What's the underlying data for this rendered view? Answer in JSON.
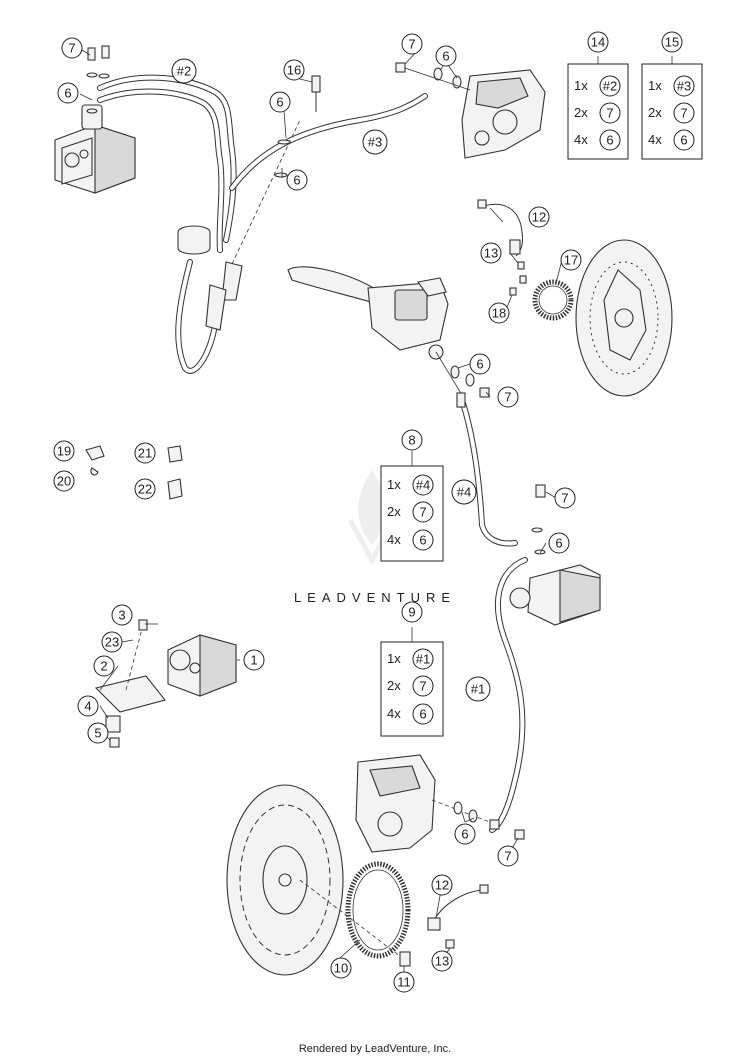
{
  "watermark": "LEADVENTURE",
  "footer": "Rendered by LeadVenture, Inc.",
  "callouts": [
    {
      "id": "c7a",
      "label": "7"
    },
    {
      "id": "c6a",
      "label": "6"
    },
    {
      "id": "c2h",
      "label": "#2"
    },
    {
      "id": "c16",
      "label": "16"
    },
    {
      "id": "c6b",
      "label": "6"
    },
    {
      "id": "c6c",
      "label": "6"
    },
    {
      "id": "c7b",
      "label": "7"
    },
    {
      "id": "c6d",
      "label": "6"
    },
    {
      "id": "c3h",
      "label": "#3"
    },
    {
      "id": "c12a",
      "label": "12"
    },
    {
      "id": "c13a",
      "label": "13"
    },
    {
      "id": "c17",
      "label": "17"
    },
    {
      "id": "c18",
      "label": "18"
    },
    {
      "id": "c6e",
      "label": "6"
    },
    {
      "id": "c7c",
      "label": "7"
    },
    {
      "id": "c19",
      "label": "19"
    },
    {
      "id": "c20",
      "label": "20"
    },
    {
      "id": "c21",
      "label": "21"
    },
    {
      "id": "c22",
      "label": "22"
    },
    {
      "id": "c4h",
      "label": "#4"
    },
    {
      "id": "c7d",
      "label": "7"
    },
    {
      "id": "c6f",
      "label": "6"
    },
    {
      "id": "c3",
      "label": "3"
    },
    {
      "id": "c23",
      "label": "23"
    },
    {
      "id": "c1",
      "label": "1"
    },
    {
      "id": "c2",
      "label": "2"
    },
    {
      "id": "c4",
      "label": "4"
    },
    {
      "id": "c5",
      "label": "5"
    },
    {
      "id": "c1h",
      "label": "#1"
    },
    {
      "id": "c6g",
      "label": "6"
    },
    {
      "id": "c7e",
      "label": "7"
    },
    {
      "id": "c12b",
      "label": "12"
    },
    {
      "id": "c10",
      "label": "10"
    },
    {
      "id": "c11",
      "label": "11"
    },
    {
      "id": "c13b",
      "label": "13"
    }
  ],
  "kits": [
    {
      "id": "kit14",
      "number": "14",
      "rows": [
        {
          "qty": "1x",
          "part": "#2"
        },
        {
          "qty": "2x",
          "part": "7"
        },
        {
          "qty": "4x",
          "part": "6"
        }
      ]
    },
    {
      "id": "kit15",
      "number": "15",
      "rows": [
        {
          "qty": "1x",
          "part": "#3"
        },
        {
          "qty": "2x",
          "part": "7"
        },
        {
          "qty": "4x",
          "part": "6"
        }
      ]
    },
    {
      "id": "kit8",
      "number": "8",
      "rows": [
        {
          "qty": "1x",
          "part": "#4"
        },
        {
          "qty": "2x",
          "part": "7"
        },
        {
          "qty": "4x",
          "part": "6"
        }
      ]
    },
    {
      "id": "kit9",
      "number": "9",
      "rows": [
        {
          "qty": "1x",
          "part": "#1"
        },
        {
          "qty": "2x",
          "part": "7"
        },
        {
          "qty": "4x",
          "part": "6"
        }
      ]
    }
  ]
}
